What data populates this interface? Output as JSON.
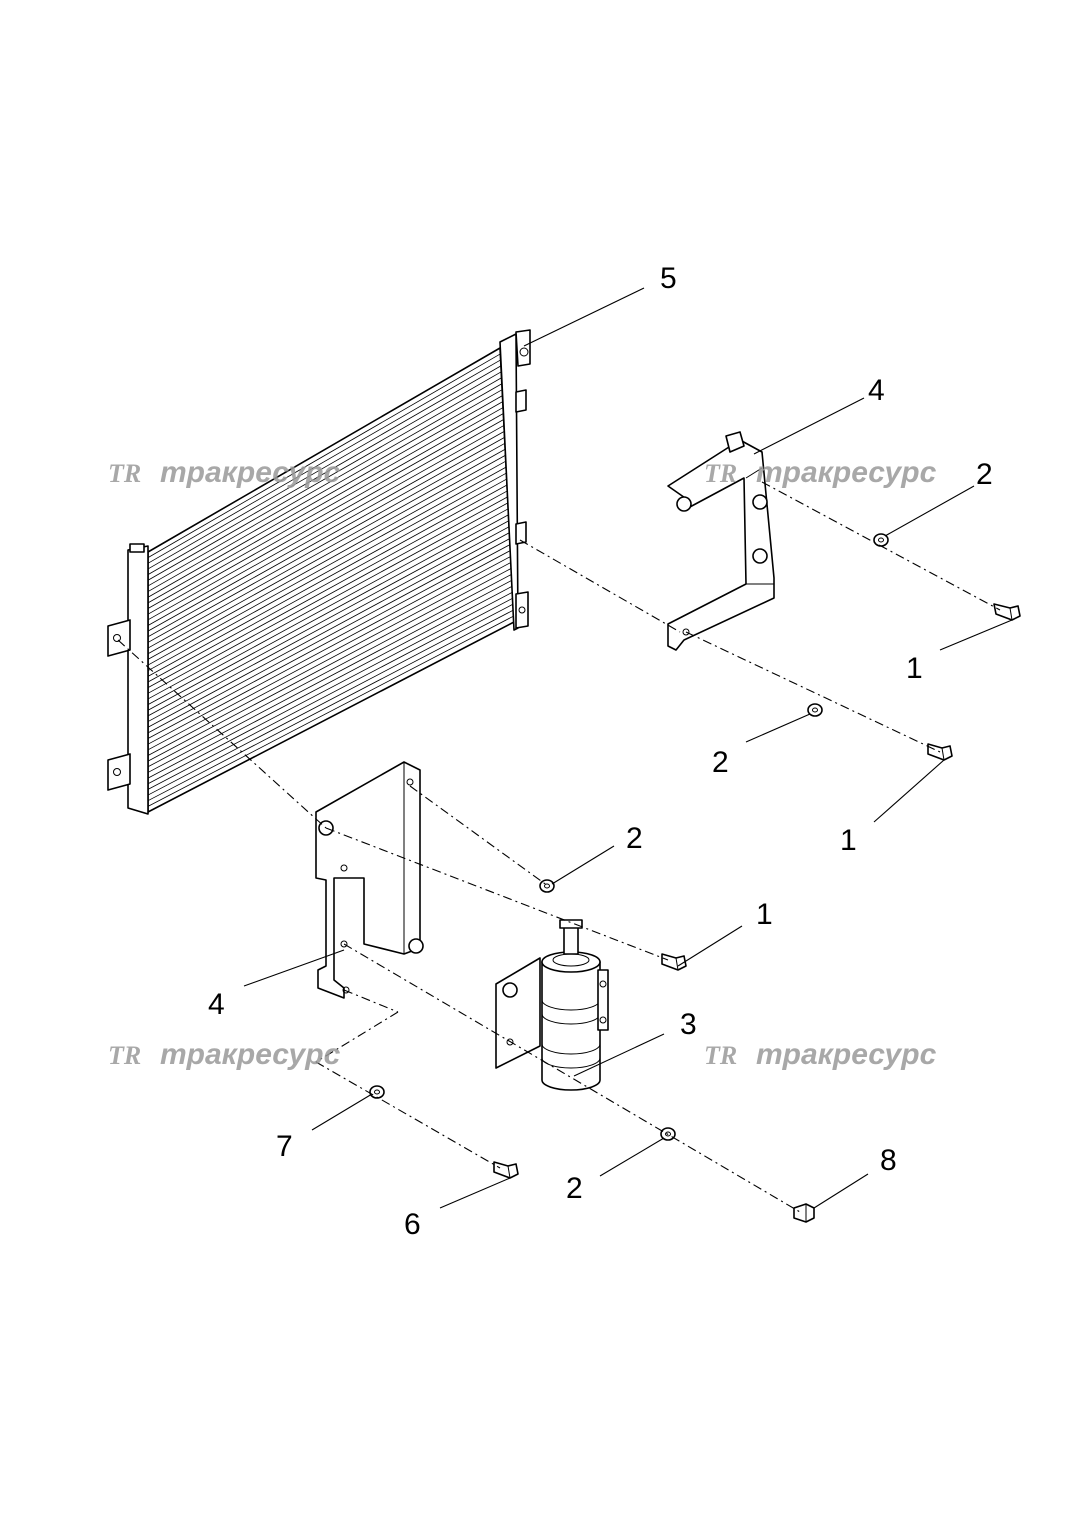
{
  "callouts": {
    "c5": "5",
    "c4_top": "4",
    "c2_top": "2",
    "c1_top": "1",
    "c2_mid": "2",
    "c1_mid": "1",
    "c2_low": "2",
    "c1_low": "1",
    "c4_left": "4",
    "c3": "3",
    "c7": "7",
    "c6": "6",
    "c2_bottom": "2",
    "c8": "8"
  },
  "watermark": {
    "logo": "TR",
    "text": "тракресурс",
    "color": "#9a9a9a"
  }
}
